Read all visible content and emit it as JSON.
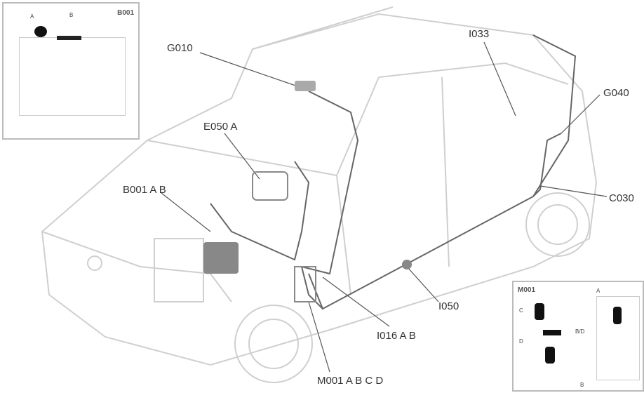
{
  "labels": {
    "g010": "G010",
    "e050": "E050 A",
    "b001": "B001 A B",
    "i033": "I033",
    "g040": "G040",
    "c030": "C030",
    "i050": "I050",
    "i016": "I016 A B",
    "m001": "M001 A B C D"
  },
  "inset_b001": {
    "title": "B001",
    "a": "A",
    "b": "B"
  },
  "inset_m001": {
    "title": "M001",
    "c": "C",
    "d": "D",
    "a": "A",
    "b": "B",
    "bd": "B/D"
  },
  "colors": {
    "line": "#555555",
    "car_outline": "#cccccc",
    "component": "#222222"
  }
}
